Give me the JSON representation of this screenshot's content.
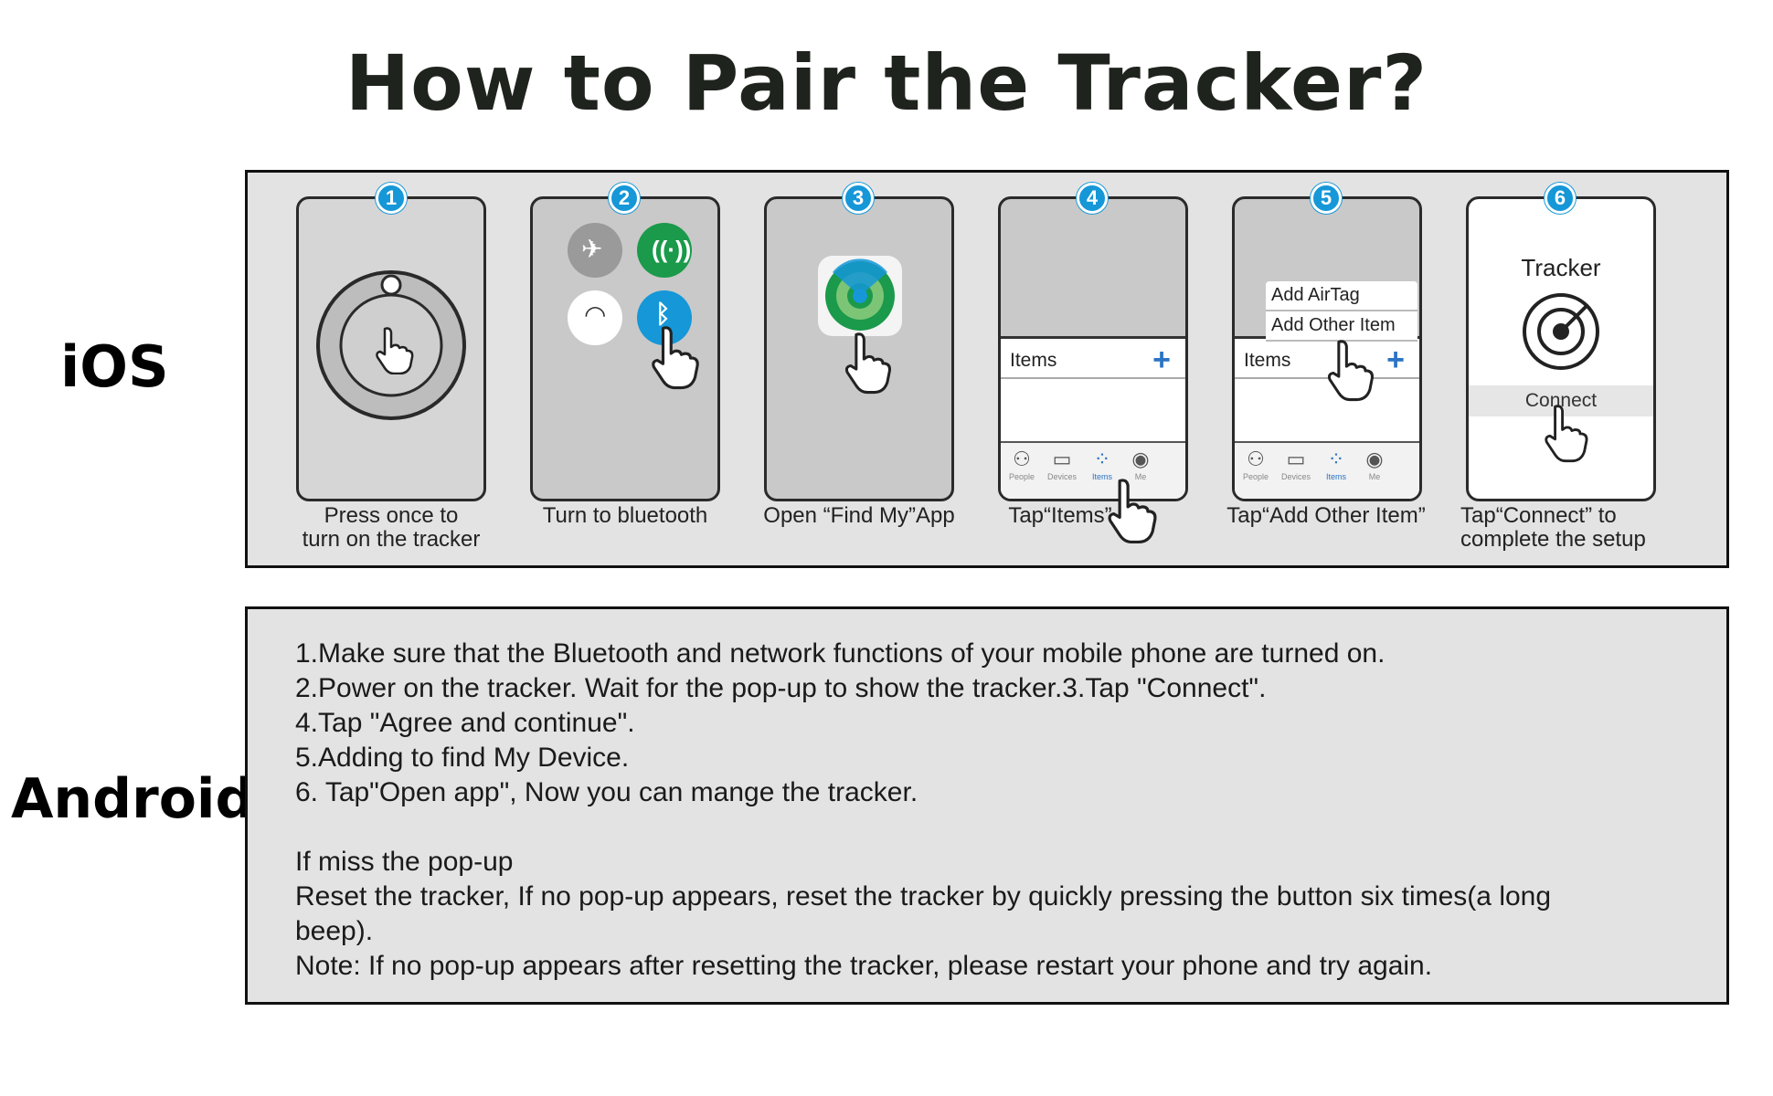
{
  "title": "How to Pair the Tracker?",
  "ios": {
    "label": "iOS",
    "steps": [
      {
        "num": "1",
        "caption_lines": [
          "Press once to",
          "turn on the tracker"
        ]
      },
      {
        "num": "2",
        "caption_lines": [
          "Turn to bluetooth"
        ]
      },
      {
        "num": "3",
        "caption_lines": [
          "Open “Find My”App"
        ]
      },
      {
        "num": "4",
        "caption_lines": [
          "Tap“Items”"
        ]
      },
      {
        "num": "5",
        "caption_lines": [
          "Tap“Add Other Item”"
        ]
      },
      {
        "num": "6",
        "caption_lines": [
          "Tap“Connect” to",
          "complete the setup"
        ]
      }
    ],
    "items_label": "Items",
    "tabs": [
      "People",
      "Devices",
      "Items",
      "Me"
    ],
    "menu": [
      "Add AirTag",
      "Add Other Item"
    ],
    "tracker_title": "Tracker",
    "connect_label": "Connect"
  },
  "android": {
    "label": "Android",
    "lines": [
      "1.Make sure that the Bluetooth and network functions of your mobile phone are turned on.",
      "2.Power on the tracker. Wait for the pop-up to show the tracker.3.Tap \"Connect\".",
      "4.Tap \"Agree and continue\".",
      "5.Adding to find My Device.",
      "6. Tap\"Open app\", Now you can mange the tracker."
    ],
    "miss_lines": [
      "If miss the pop-up",
      "Reset the tracker, If no pop-up appears, reset the tracker by quickly pressing the button six times(a long",
      "beep).",
      "Note: If no pop-up appears after resetting the tracker, please restart your phone and try again."
    ]
  },
  "colors": {
    "badge": "#1597d8",
    "bluetooth": "#1597d8",
    "cellular": "#1a9a4a",
    "panel": "#e3e3e3"
  }
}
